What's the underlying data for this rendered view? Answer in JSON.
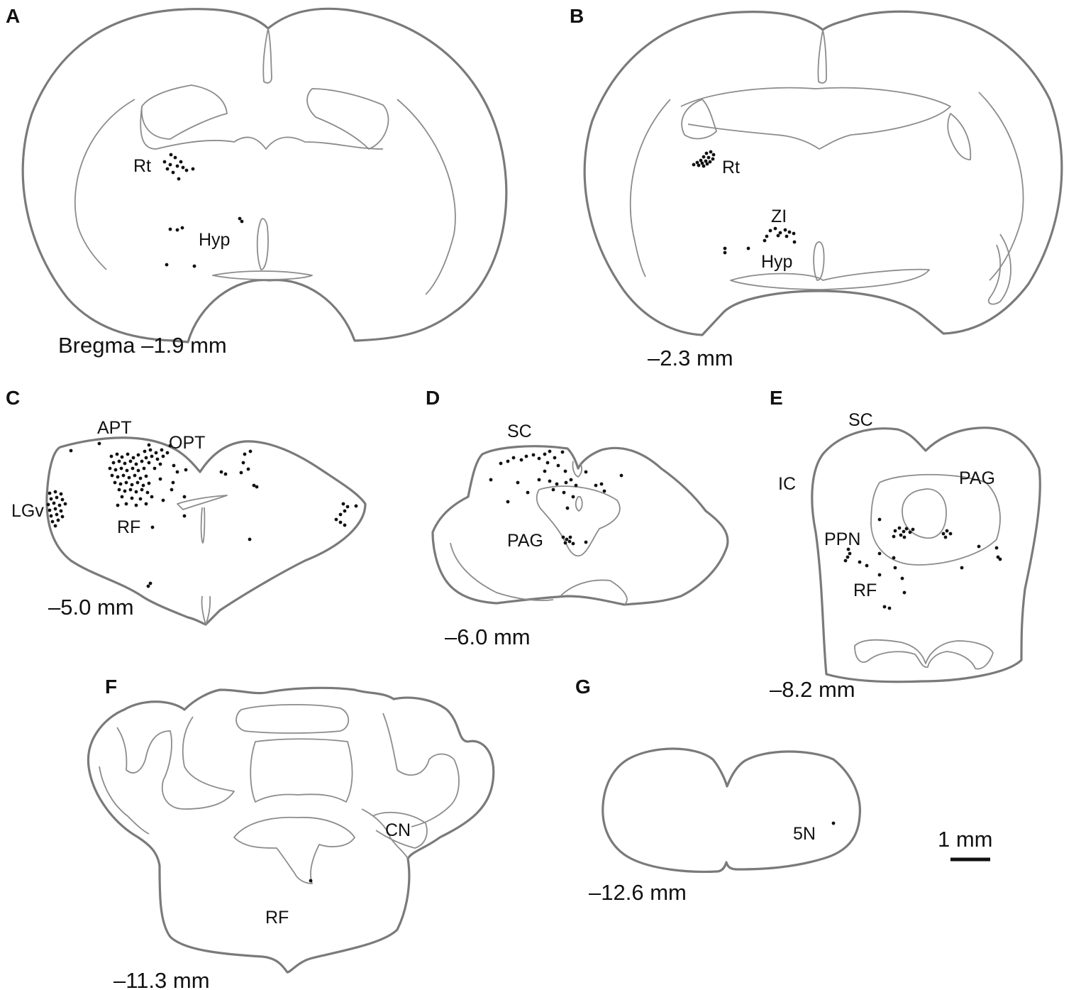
{
  "panels": {
    "A": {
      "letter": "A",
      "coordinate": "Bregma –1.9 mm",
      "labels": {
        "rt": "Rt",
        "hyp": "Hyp"
      }
    },
    "B": {
      "letter": "B",
      "coordinate": "–2.3 mm",
      "labels": {
        "rt": "Rt",
        "zi": "ZI",
        "hyp": "Hyp"
      }
    },
    "C": {
      "letter": "C",
      "coordinate": "–5.0 mm",
      "labels": {
        "apt": "APT",
        "opt": "OPT",
        "lgv": "LGv",
        "rf": "RF"
      }
    },
    "D": {
      "letter": "D",
      "coordinate": "–6.0 mm",
      "labels": {
        "sc": "SC",
        "pag": "PAG"
      }
    },
    "E": {
      "letter": "E",
      "coordinate": "–8.2 mm",
      "labels": {
        "sc": "SC",
        "ic": "IC",
        "pag": "PAG",
        "ppn": "PPN",
        "rf": "RF"
      }
    },
    "F": {
      "letter": "F",
      "coordinate": "–11.3 mm",
      "labels": {
        "cn": "CN",
        "rf": "RF"
      }
    },
    "G": {
      "letter": "G",
      "coordinate": "–12.6 mm",
      "labels": {
        "n5": "5N"
      }
    }
  },
  "scale_bar": {
    "label": "1 mm"
  },
  "colors": {
    "outline": "#7a7a7a",
    "inner": "#8c8c8c",
    "dots": "#111111",
    "text": "#111111"
  }
}
